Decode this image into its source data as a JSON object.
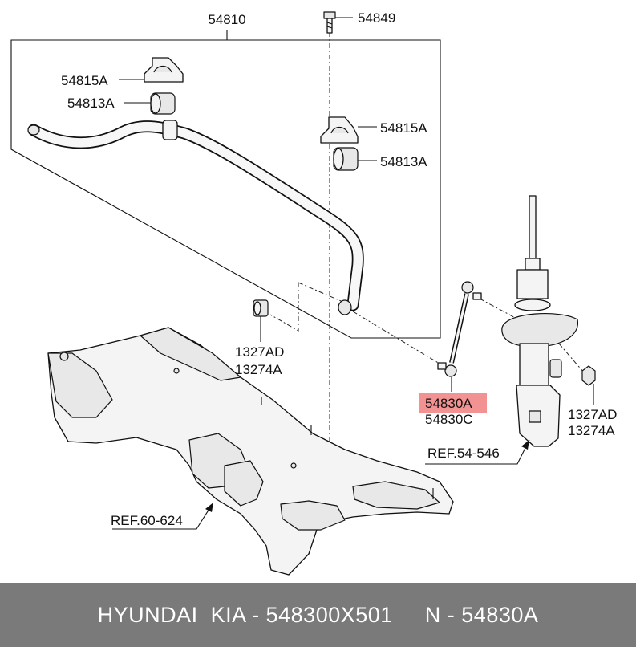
{
  "labels": {
    "assembly": "54810",
    "bolt_top": "54849",
    "bracket_left": "54815A",
    "bushing_left": "54813A",
    "bracket_right": "54815A",
    "bushing_right": "54813A",
    "nut_left_1": "1327AD",
    "nut_left_2": "13274A",
    "link_highlight": "54830A",
    "link_alt": "54830C",
    "nut_right_1": "1327AD",
    "nut_right_2": "13274A",
    "ref_strut": "REF.54-546",
    "ref_subframe": "REF.60-624"
  },
  "colors": {
    "highlight": "#f28c8c",
    "footer_bg": "#7a7a7a",
    "footer_text": "#ffffff"
  },
  "footer": {
    "text": "HYUNDAI  KIA - 548300X501     N - 54830A"
  }
}
